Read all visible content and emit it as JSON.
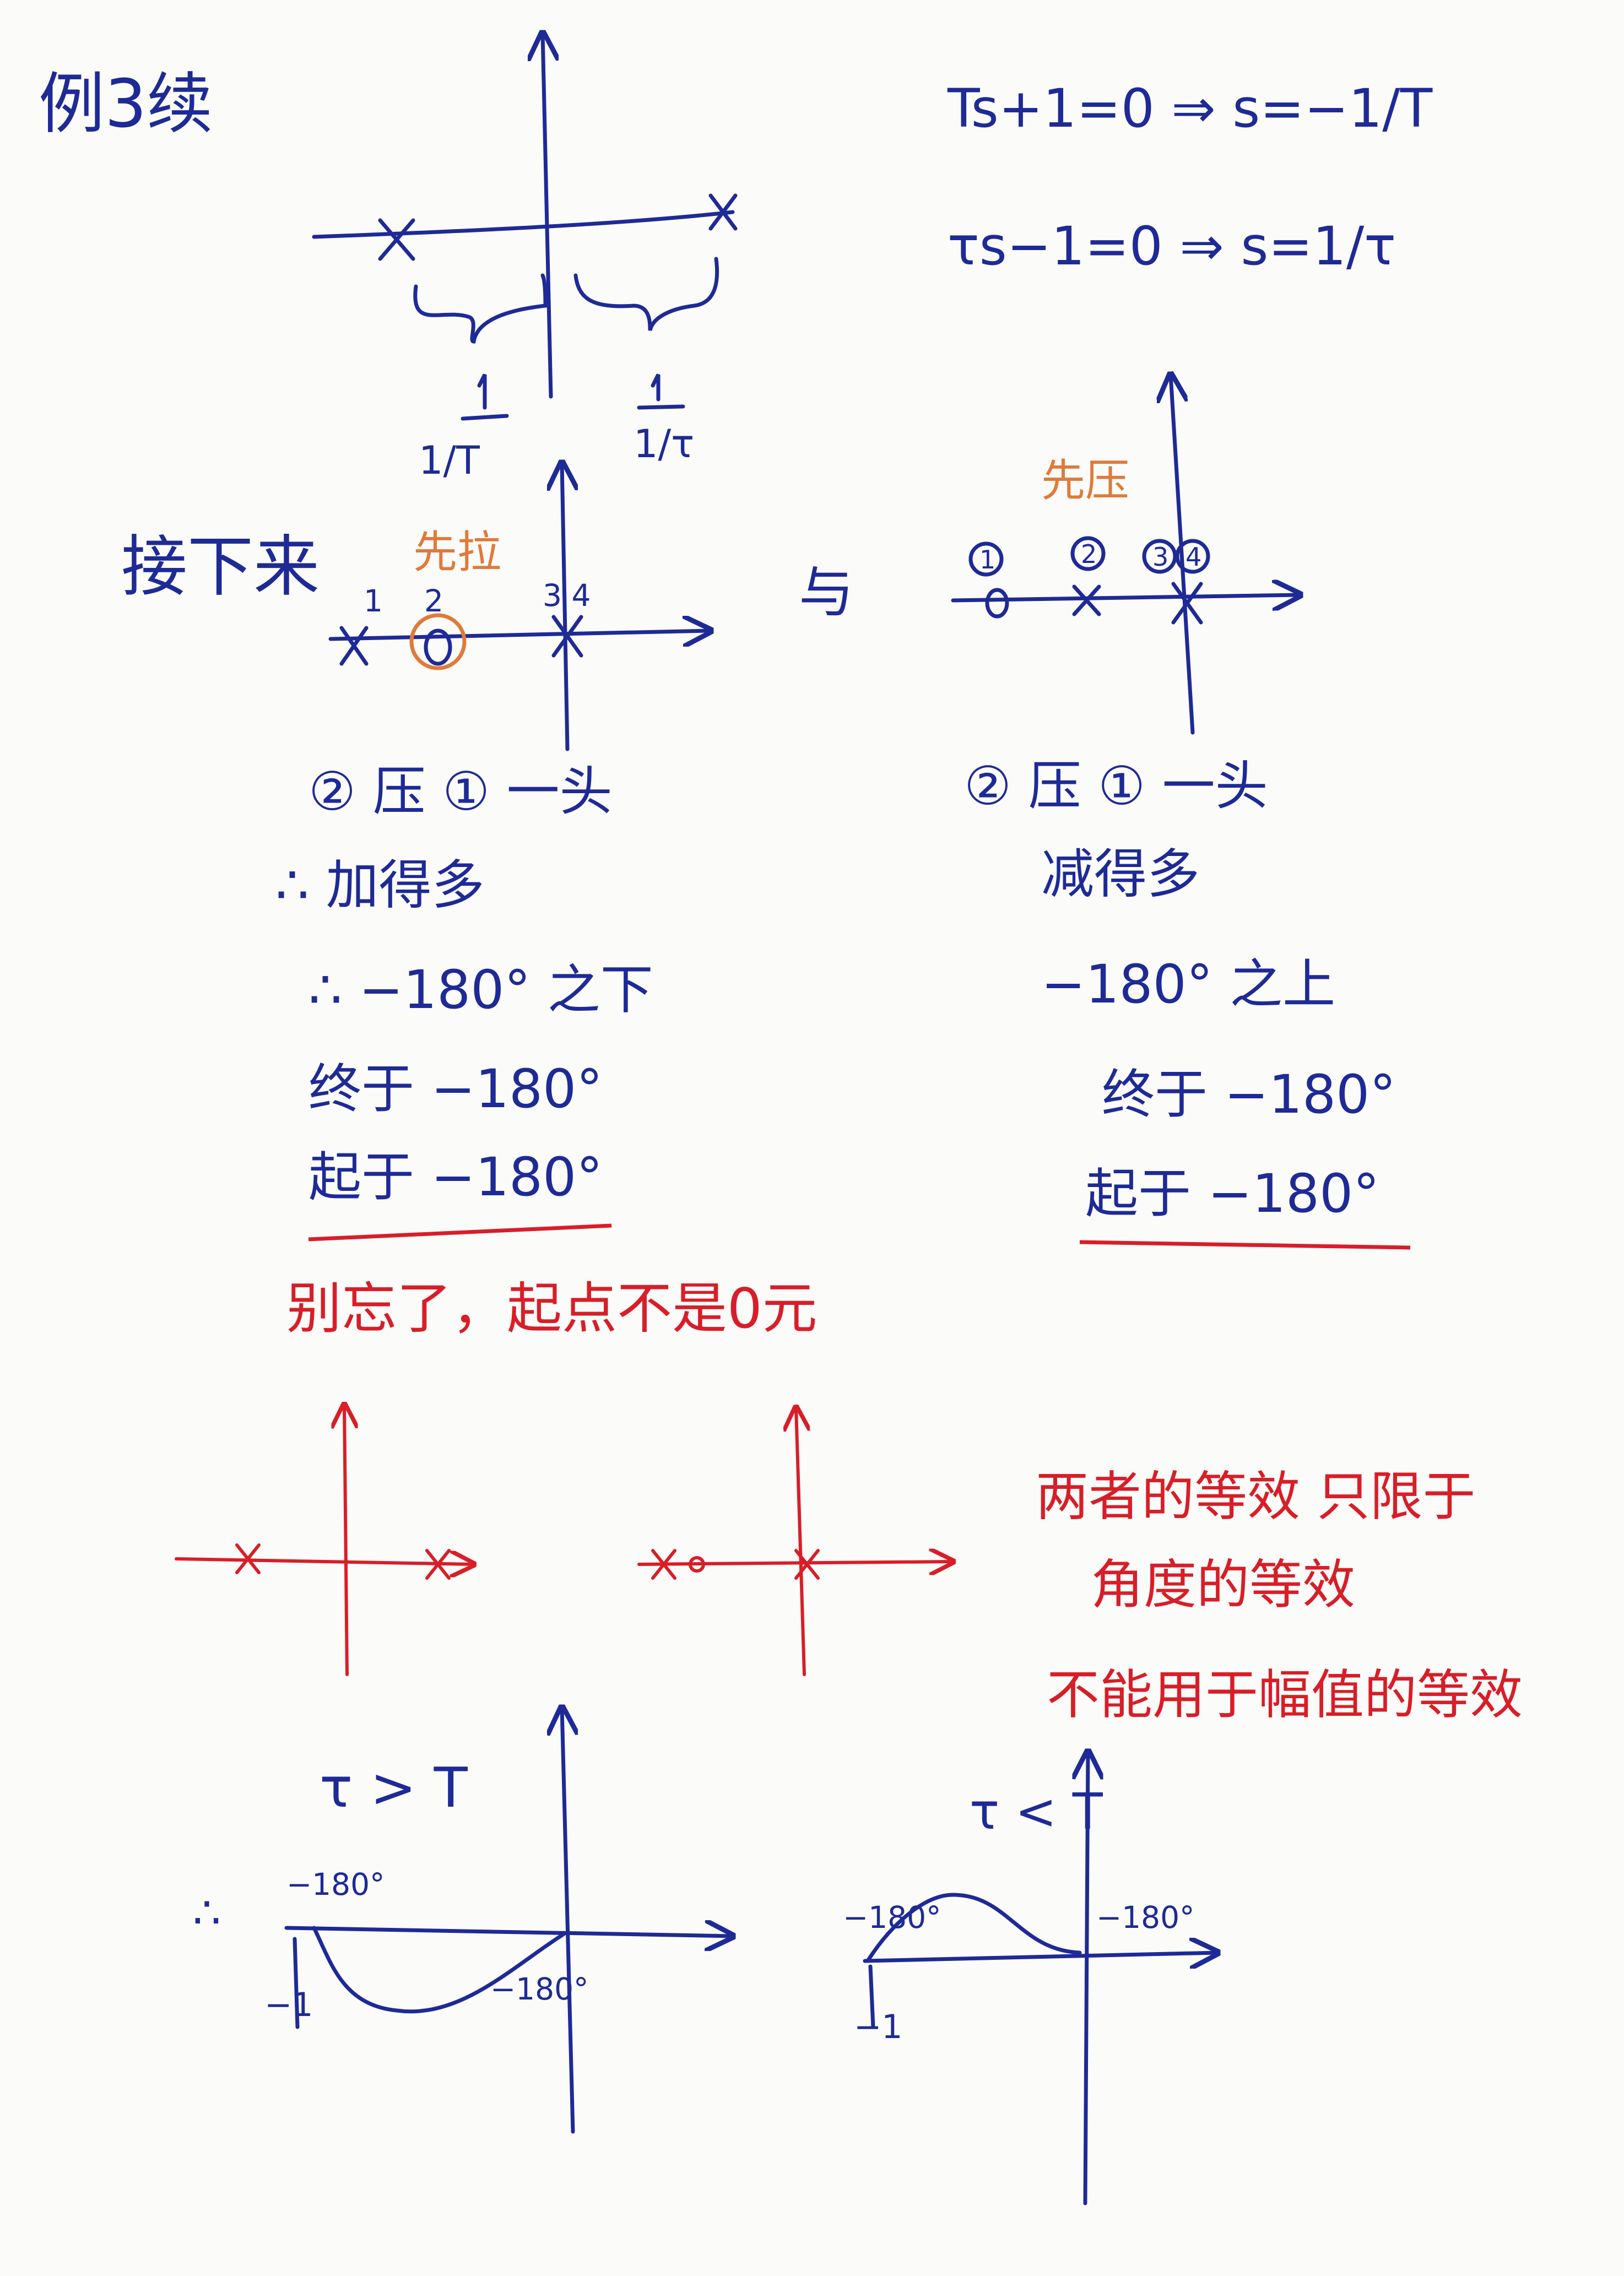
{
  "section1": {
    "title": "例3续",
    "eq1": "Ts+1=0 ⇒ s=−1/T",
    "eq2": "τs−1=0 ⇒ s=1/τ",
    "label_left": "1/T",
    "label_right": "1/τ"
  },
  "section2": {
    "prefix": "接下来",
    "left": {
      "note": "先拉",
      "pt1": "1",
      "pt2": "2",
      "pt34": "3 4",
      "line1": "② 压 ① 一头",
      "line2": "∴ 加得多",
      "line3": "∴ −180° 之下",
      "line4": "终于 −180°",
      "line5": "起于 −180°"
    },
    "connector": "与",
    "right": {
      "note": "先压",
      "circ1": "1",
      "circ2": "2",
      "circ3": "3",
      "circ4": "4",
      "line1": "② 压 ① 一头",
      "line2": "减得多",
      "line3": "−180° 之上",
      "line4": "终于 −180°",
      "line5": "起于 −180°"
    }
  },
  "red_note": "别忘了，起点不是0元",
  "red_text": {
    "line1": "两者的等效 只限于",
    "line2": "角度的等效",
    "line3": "不能用于幅值的等效"
  },
  "section3": {
    "left": {
      "title": "τ > T",
      "therefore": "∴",
      "lab_start": "−180°",
      "lab_end": "−180°",
      "lab_minus1": "−1"
    },
    "right": {
      "title": "τ < T",
      "lab_start": "−180°",
      "lab_end": "−180°",
      "lab_minus1": "−1"
    }
  },
  "colors": {
    "blue_ink": "#1e2a96",
    "red_ink": "#d81e28",
    "orange_ink": "#e07a3a",
    "paper": "#fbfbf9"
  }
}
